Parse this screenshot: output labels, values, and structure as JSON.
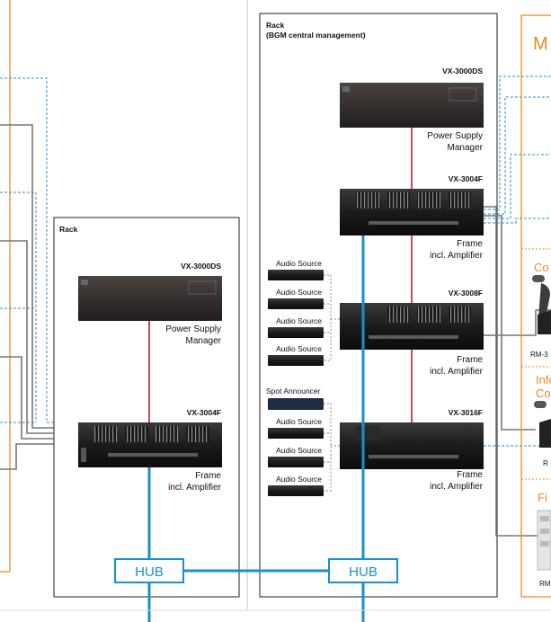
{
  "left_rack": {
    "title": "Rack",
    "psm_model": "VX-3000DS",
    "psm_label_1": "Power Supply",
    "psm_label_2": "Manager",
    "frame_model": "VX-3004F",
    "frame_label_1": "Frame",
    "frame_label_2": "incl. Amplifier"
  },
  "central_rack": {
    "title_1": "Rack",
    "title_2": "(BGM central management)",
    "psm_model": "VX-3000DS",
    "psm_label_1": "Power Supply",
    "psm_label_2": "Manager",
    "frames": [
      {
        "model": "VX-3004F",
        "label_1": "Frame",
        "label_2": "incl. Amplifier"
      },
      {
        "model": "VX-3008F",
        "label_1": "Frame",
        "label_2": "incl. Amplifier"
      },
      {
        "model": "VX-3016F",
        "label_1": "Frame",
        "label_2": "incl. Amplifier"
      }
    ],
    "audio_sources": [
      "Audio Source",
      "Audio Source",
      "Audio Source",
      "Audio Source"
    ],
    "spot_announcer": "Spot Announcer",
    "announcer_sources": [
      "Audio Source",
      "Audio Source",
      "Audio Source"
    ]
  },
  "hubs": [
    "HUB",
    "HUB"
  ],
  "right_panel": {
    "heading": "M",
    "section_1": "Co",
    "remote_1": "RM-3",
    "section_2a": "Info",
    "section_2b": "Co",
    "remote_2": "R",
    "section_3": "Fi",
    "remote_3": "RM"
  },
  "colors": {
    "accent_orange": "#e8892b",
    "network_blue": "#1a8fcf",
    "power_red": "#b3232b",
    "signal_gray": "#6e6e6e"
  }
}
